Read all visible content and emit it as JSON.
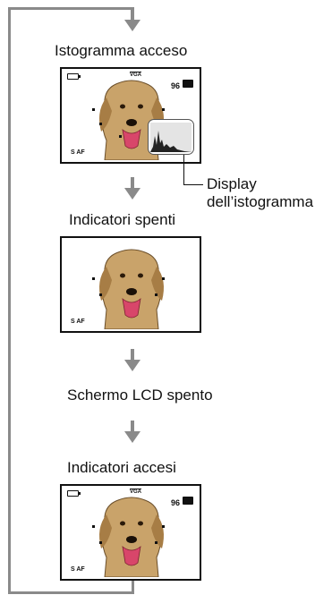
{
  "states": [
    {
      "label": "Istogramma acceso"
    },
    {
      "label": "Indicatori spenti"
    },
    {
      "label": "Schermo LCD spento"
    },
    {
      "label": "Indicatori accesi"
    }
  ],
  "osd": {
    "resolution": "VGA",
    "shots_remaining": "96",
    "focus_mode": "S AF"
  },
  "callout": {
    "line1": "Display",
    "line2": "dell’istogramma"
  },
  "icons": [
    "battery-icon",
    "camera-mode-icon",
    "flow-arrow-icon",
    "histogram-display"
  ]
}
